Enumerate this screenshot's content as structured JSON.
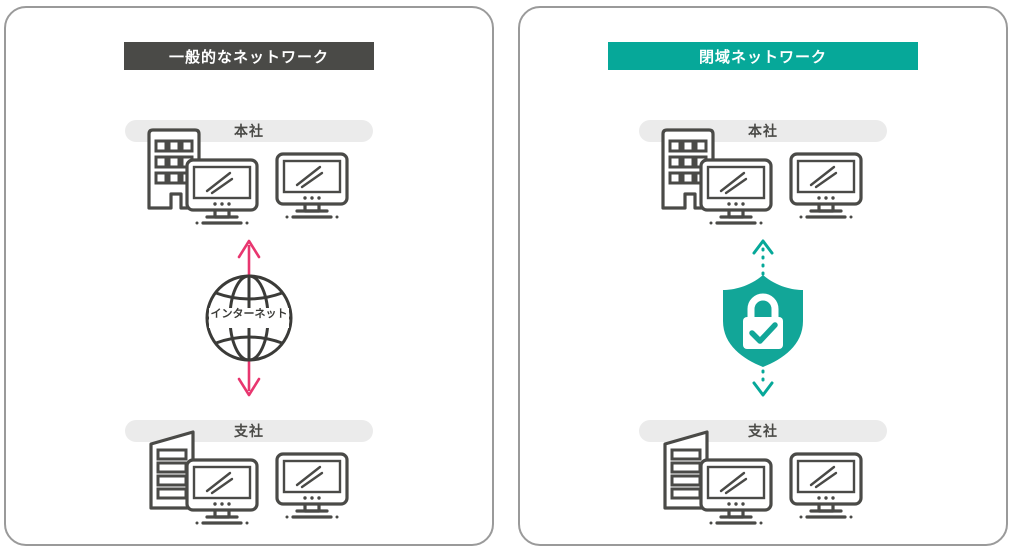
{
  "diagram": {
    "panels": [
      {
        "id": "general-network",
        "title": "一般的なネットワーク",
        "title_bg": "#4a4a47",
        "title_color": "#ffffff",
        "connector": {
          "type": "internet-globe",
          "label": "インターネット",
          "arrow_color": "#e8366f",
          "arrow_style": "solid",
          "arrow_direction": "bidirectional"
        },
        "sites": [
          {
            "id": "hq",
            "label": "本社",
            "pill_bg": "#ebebeb",
            "icons": [
              "office-building-icon",
              "monitor-icon",
              "monitor-icon"
            ]
          },
          {
            "id": "branch",
            "label": "支社",
            "pill_bg": "#ebebeb",
            "icons": [
              "document-icon",
              "monitor-icon",
              "monitor-icon"
            ]
          }
        ]
      },
      {
        "id": "closed-network",
        "title": "閉域ネットワーク",
        "title_bg": "#06a899",
        "title_color": "#ffffff",
        "connector": {
          "type": "security-shield-lock",
          "label": "",
          "arrow_color": "#06a899",
          "arrow_style": "dotted",
          "arrow_direction": "bidirectional"
        },
        "sites": [
          {
            "id": "hq",
            "label": "本社",
            "pill_bg": "#ebebeb",
            "icons": [
              "office-building-icon",
              "monitor-icon",
              "monitor-icon"
            ]
          },
          {
            "id": "branch",
            "label": "支社",
            "pill_bg": "#ebebeb",
            "icons": [
              "document-icon",
              "monitor-icon",
              "monitor-icon"
            ]
          }
        ]
      }
    ],
    "colors": {
      "panel_border": "#9a9a9a",
      "icon_stroke": "#4a4a47",
      "accent_teal": "#06a899",
      "accent_pink": "#e8366f",
      "pill_gray": "#ebebeb",
      "background": "#ffffff"
    }
  }
}
